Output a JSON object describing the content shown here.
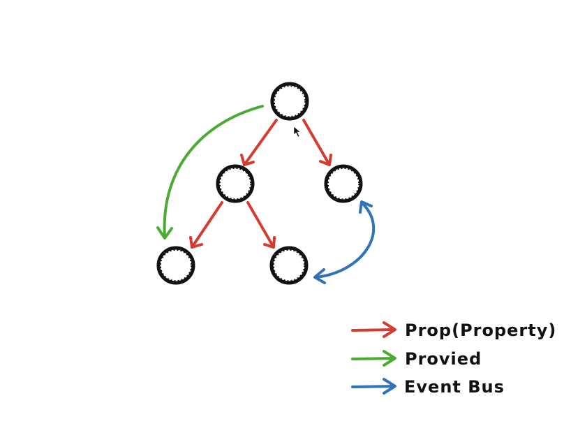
{
  "colors": {
    "prop": "#d63b2f",
    "provide": "#4aaa32",
    "event_bus": "#2f74b8",
    "node": "#111111"
  },
  "nodes": [
    {
      "id": "root"
    },
    {
      "id": "left-child"
    },
    {
      "id": "right-child"
    },
    {
      "id": "left-grandchild"
    },
    {
      "id": "right-grandchild"
    }
  ],
  "edges": [
    {
      "from": "root",
      "to": "left-child",
      "type": "prop"
    },
    {
      "from": "root",
      "to": "right-child",
      "type": "prop"
    },
    {
      "from": "left-child",
      "to": "left-grandchild",
      "type": "prop"
    },
    {
      "from": "left-child",
      "to": "right-grandchild",
      "type": "prop"
    },
    {
      "from": "root",
      "to": "left-grandchild",
      "type": "provide"
    },
    {
      "from": "right-child",
      "to": "right-grandchild",
      "type": "event_bus",
      "bidirectional": true
    }
  ],
  "legend": {
    "prop_label": "Prop(Property)",
    "provide_label": "Provied",
    "event_bus_label": "Event Bus"
  }
}
